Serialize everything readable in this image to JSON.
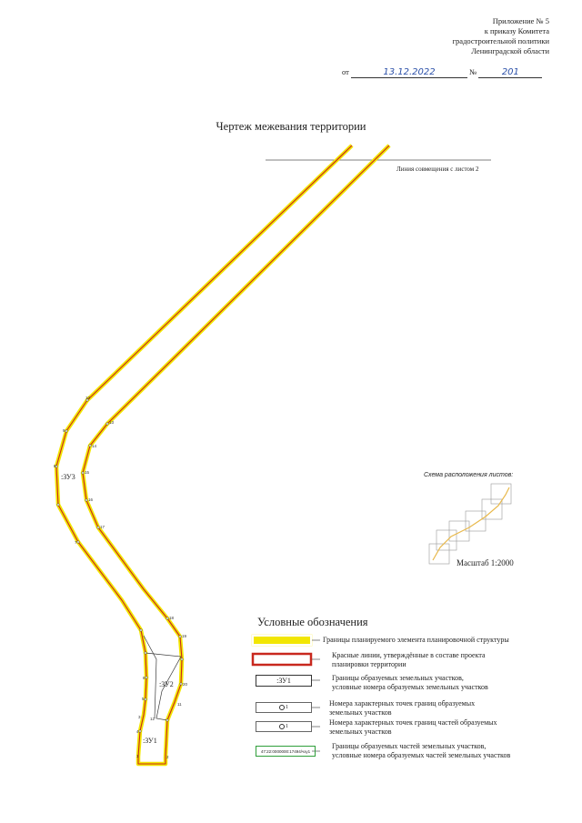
{
  "appendix": {
    "lines": [
      "Приложение № 5",
      "к приказу Комитета",
      "градостроительной политики",
      "Ленинградской области"
    ],
    "date_prefix": "от",
    "date_value": "13.12.2022",
    "number_prefix": "№",
    "number_value": "201"
  },
  "title": "Чертеж межевания территории",
  "drawing": {
    "join_line_label": "Линия совмещения с листом 2",
    "parcel_labels": [
      ":ЗУ3",
      ":ЗУ2",
      ":ЗУ1"
    ],
    "point_numbers": [
      "1",
      "2",
      "3",
      "4",
      "5",
      "6",
      "7",
      "8",
      "9",
      "10",
      "11",
      "12",
      "13",
      "14",
      "15",
      "16",
      "17",
      "18",
      "19",
      "20"
    ],
    "colors": {
      "planning_boundary": "#f2e600",
      "red_line": "#c8281e",
      "parcel_boundary": "#3a3a3a",
      "part_boundary": "#2f9e3a"
    }
  },
  "inset": {
    "caption": "Схема расположения листов:",
    "scale": "Масштаб 1:2000"
  },
  "legend": {
    "title": "Условные обозначения",
    "items": [
      {
        "label_lines": [
          "Границы планируемого элемента планировочной структуры"
        ]
      },
      {
        "label_lines": [
          "Красные линии, утверждённые в составе проекта",
          "планировки территории"
        ]
      },
      {
        "symbol_text": ":ЗУ1",
        "label_lines": [
          "Границы образуемых земельных участков,",
          "условные номера образуемых земельных участков"
        ]
      },
      {
        "symbol_text": "1",
        "label_lines": [
          "Номера характерных точек границ образуемых",
          "земельных участков"
        ]
      },
      {
        "symbol_text": "1",
        "label_lines": [
          "Номера характерных точек границ частей образуемых",
          "земельных участков"
        ]
      },
      {
        "symbol_text": "47:22:0000000:17494/чзу1",
        "label_lines": [
          "Границы образуемых частей земельных участков,",
          "условные номера образуемых частей земельных участков"
        ]
      }
    ]
  }
}
